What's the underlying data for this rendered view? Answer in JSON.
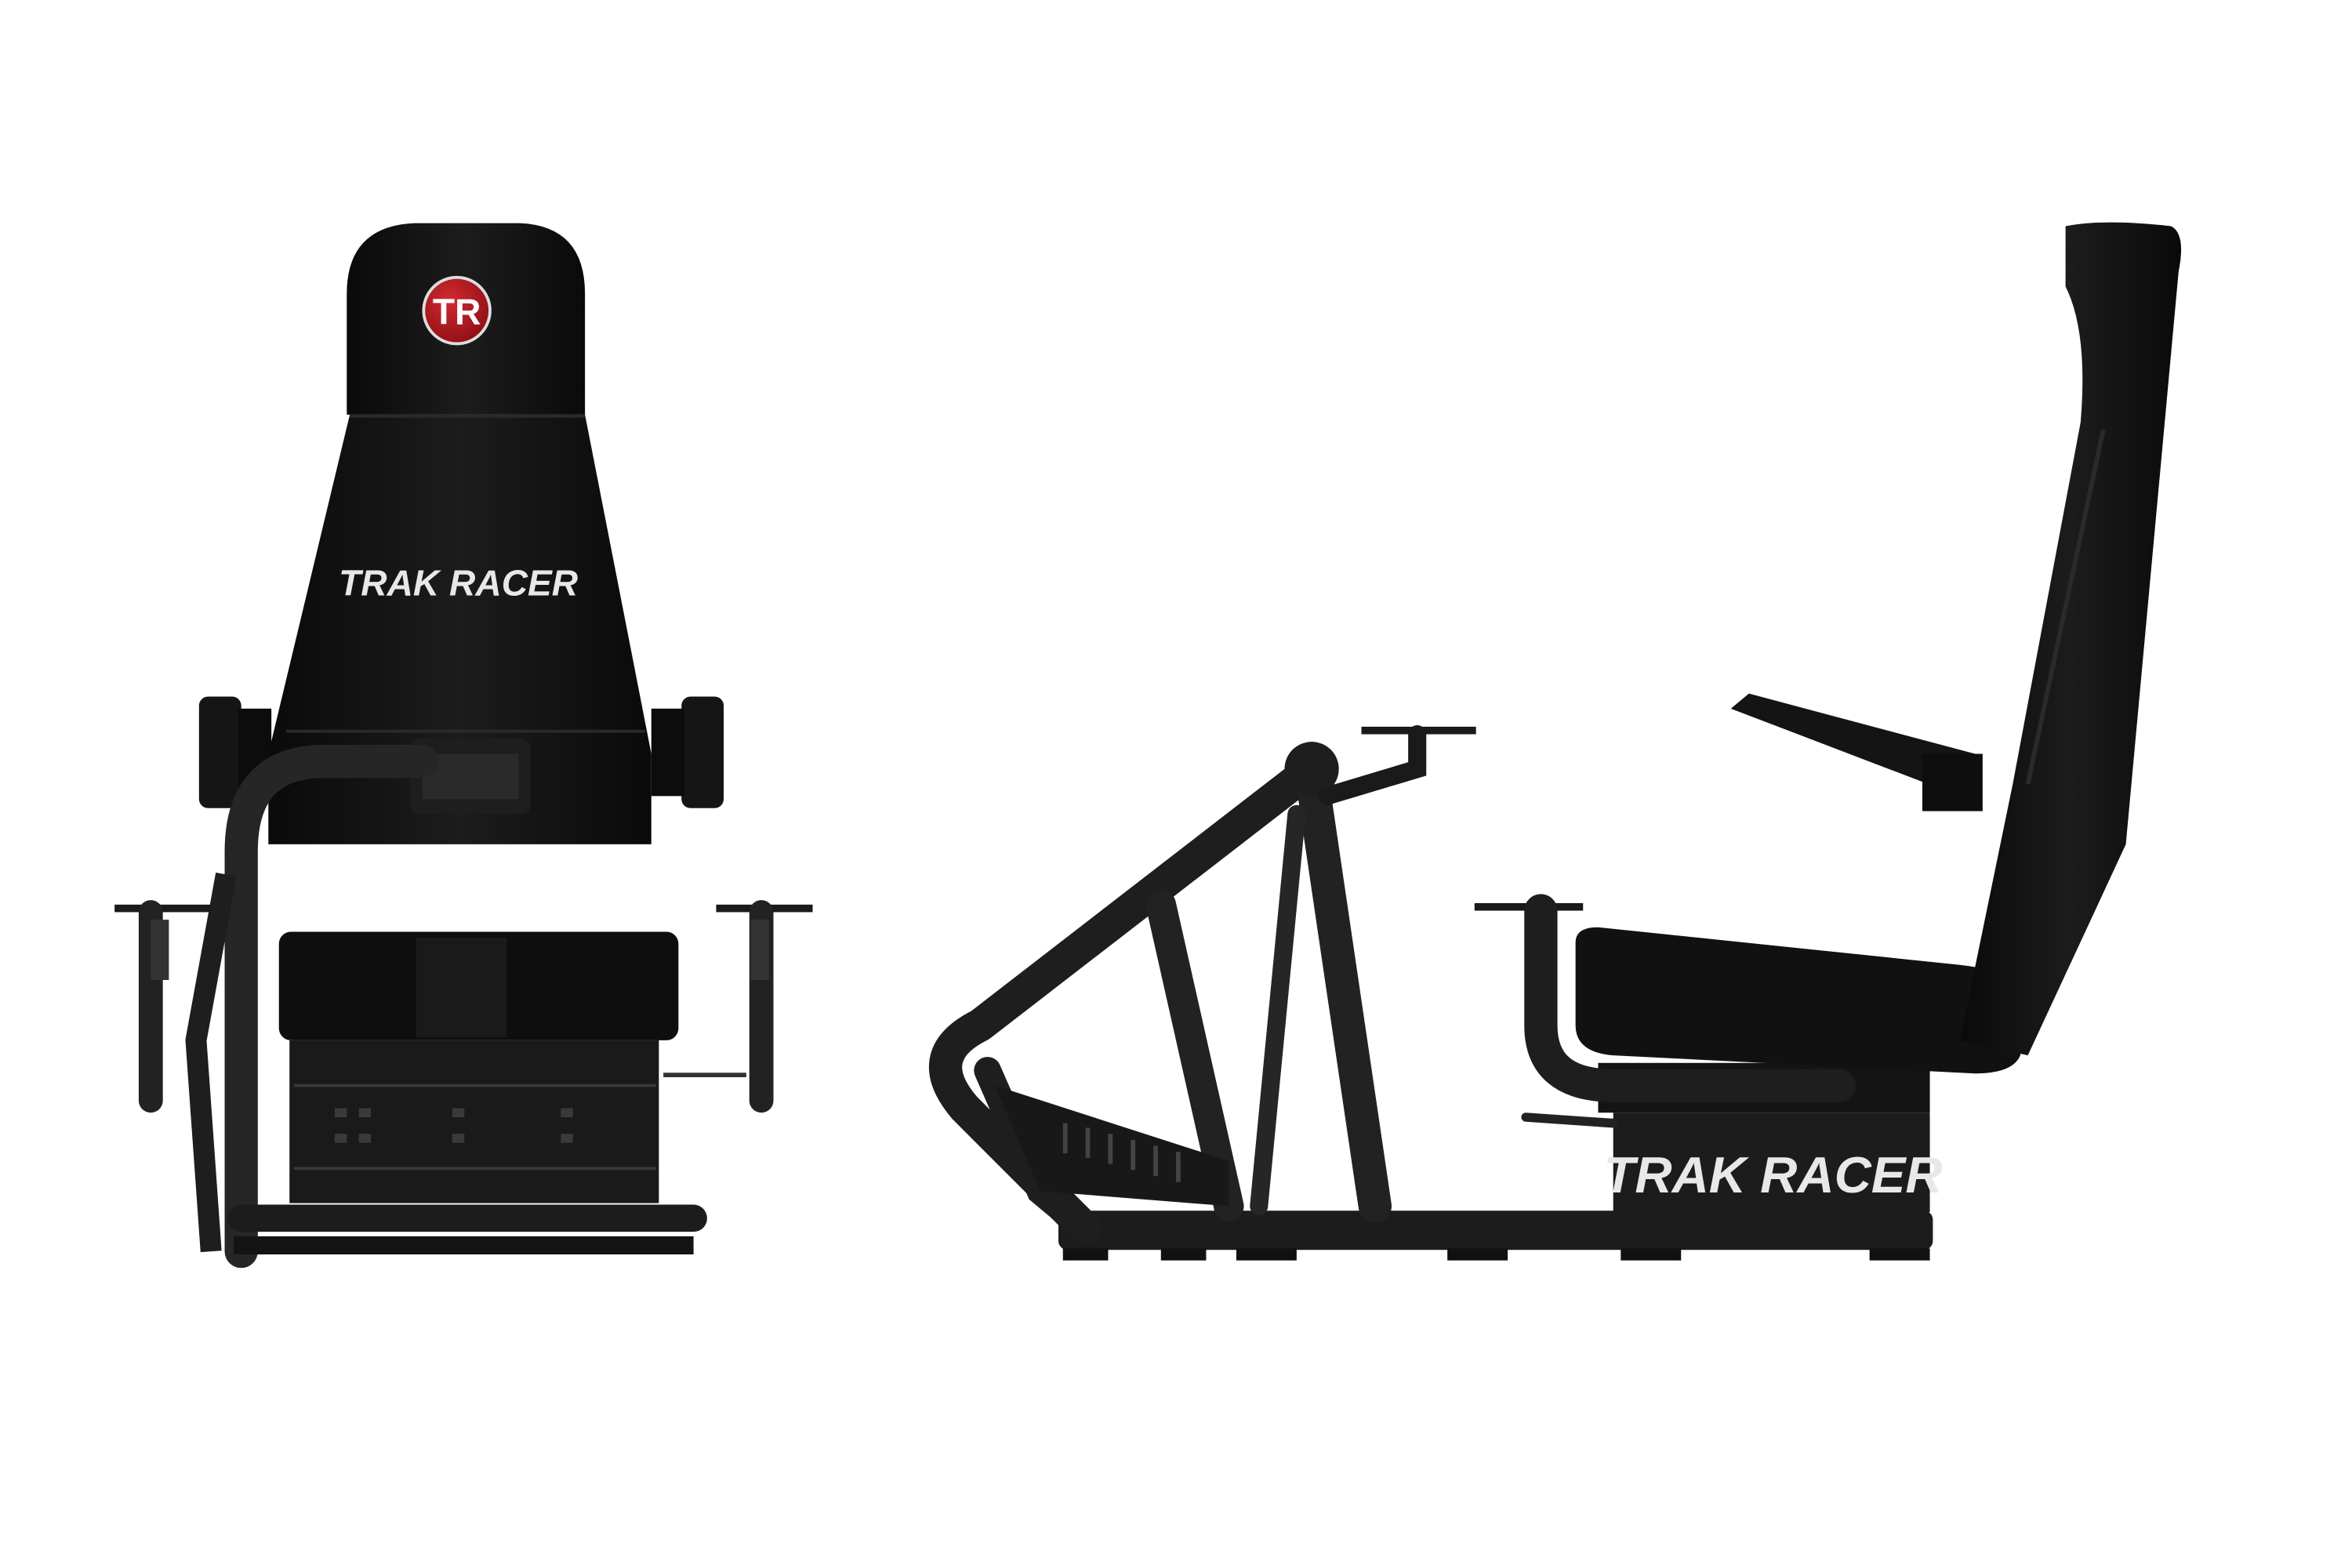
{
  "product": {
    "brand_front": "TRAK RACER",
    "brand_side": "TRAK RACER",
    "logo_letters": "TR"
  },
  "colors": {
    "background": "#ffffff",
    "frame": "#1a1a1a",
    "seat": "#0f0f0f",
    "logo_red": "#b3151c",
    "brand_text": "#e8e8e8"
  },
  "views": [
    "front-view",
    "side-view"
  ]
}
